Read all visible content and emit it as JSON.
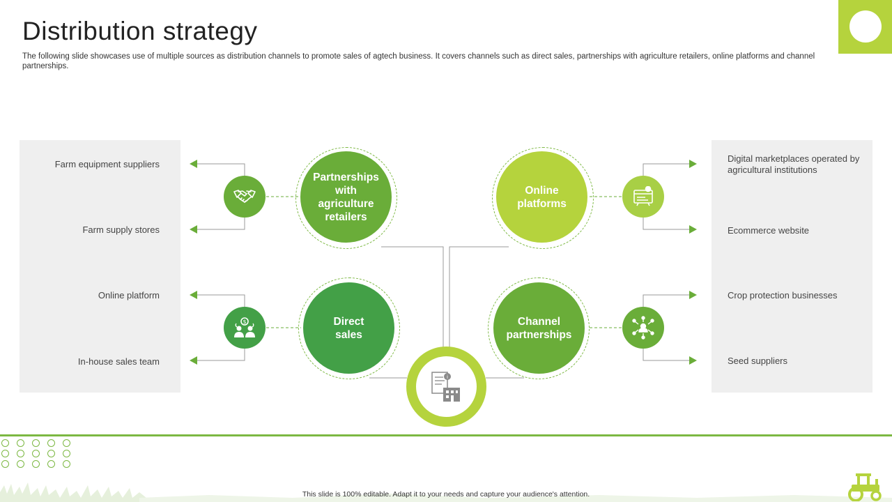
{
  "slide": {
    "title": "Distribution strategy",
    "subtitle": "The following slide showcases use of multiple sources as distribution channels to promote sales of agtech business. It covers channels such as direct sales, partnerships with agriculture retailers, online platforms and channel partnerships.",
    "footer": "This slide is 100% editable. Adapt it to your needs and capture your audience's attention."
  },
  "colors": {
    "dark_green": "#43a047",
    "mid_green": "#6aad39",
    "lime": "#b5d33d",
    "light_lime": "#a8cf45",
    "panel_gray": "#efefef"
  },
  "channels": {
    "partnerships": {
      "label": "Partnerships with agriculture retailers",
      "icon": "handshake-icon",
      "items": [
        "Farm equipment suppliers",
        "Farm supply stores"
      ]
    },
    "direct_sales": {
      "label": "Direct sales",
      "icon": "team-money-icon",
      "items": [
        "Online platform",
        "In-house sales team"
      ]
    },
    "online_platforms": {
      "label": "Online platforms",
      "icon": "online-store-icon",
      "items": [
        "Digital marketplaces operated by agricultural institutions",
        "Ecommerce website"
      ]
    },
    "channel_partnerships": {
      "label": "Channel partnerships",
      "icon": "network-icon",
      "items": [
        "Crop protection businesses",
        "Seed suppliers"
      ]
    }
  },
  "center": {
    "icon": "document-building-icon"
  }
}
